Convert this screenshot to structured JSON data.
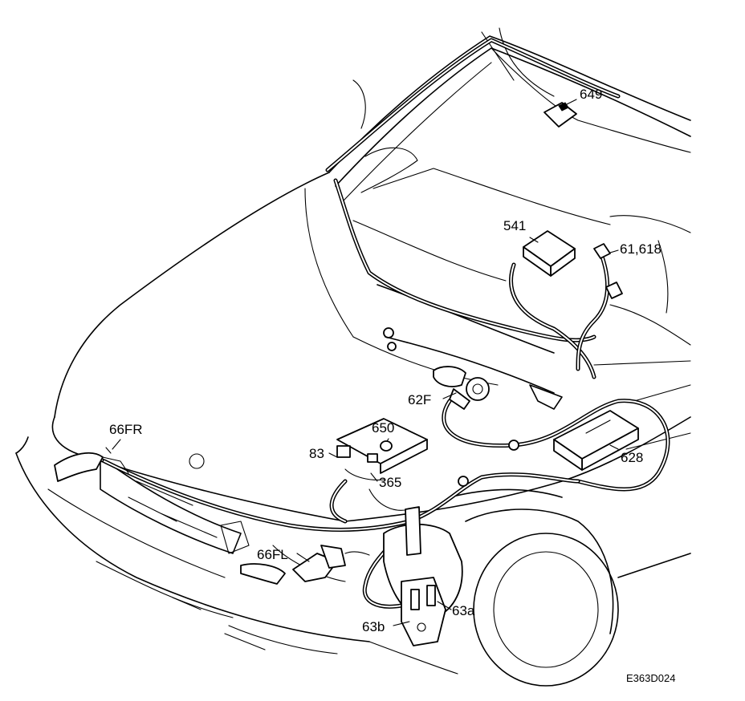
{
  "figure": {
    "reference_code": "E363D024"
  },
  "labels": {
    "l649": "649",
    "l541": "541",
    "l61_618": "61,618",
    "l62F": "62F",
    "l66FR": "66FR",
    "l650": "650",
    "l83": "83",
    "l365": "365",
    "l628": "628",
    "l66FL": "66FL",
    "l63a": "63a",
    "l63b": "63b"
  }
}
